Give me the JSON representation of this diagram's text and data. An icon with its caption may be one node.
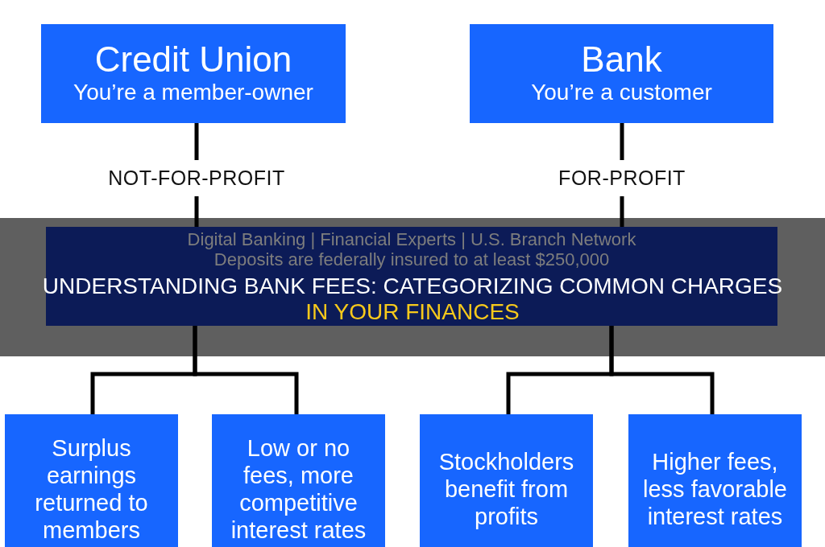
{
  "diagram": {
    "title": "UNDERSTANDING BANK FEES: CATEGORIZING COMMON CHARGES IN YOUR FINANCES",
    "nodes": [
      {
        "text": [
          "Credit Union",
          "You’re a member-owner"
        ]
      },
      {
        "text": [
          "Bank",
          "You’re a customer"
        ]
      },
      {
        "text": [
          "NOT-FOR-PROFIT"
        ]
      },
      {
        "text": [
          "FOR-PROFIT"
        ]
      },
      {
        "text": [
          "Digital Banking | Financial Experts | U.S. Branch Network",
          "Deposits are federally insured to at least $250,000"
        ]
      },
      {
        "text": [
          "Surplus earnings returned to members"
        ]
      },
      {
        "text": [
          "Low or no fees, more competitive interest rates"
        ]
      },
      {
        "text": [
          "Stockholders benefit from profits"
        ]
      },
      {
        "text": [
          "Higher fees, less favorable interest rates"
        ]
      }
    ],
    "edges": [
      {
        "from": 0,
        "to": 2,
        "arrow": "none"
      },
      {
        "from": 2,
        "to": 4,
        "arrow": "none"
      },
      {
        "from": 1,
        "to": 3,
        "arrow": "none"
      },
      {
        "from": 3,
        "to": 4,
        "arrow": "none"
      },
      {
        "from": 4,
        "to": 5,
        "arrow": "none"
      },
      {
        "from": 4,
        "to": 6,
        "arrow": "none"
      },
      {
        "from": 4,
        "to": 7,
        "arrow": "none"
      },
      {
        "from": 4,
        "to": 8,
        "arrow": "none"
      }
    ]
  }
}
